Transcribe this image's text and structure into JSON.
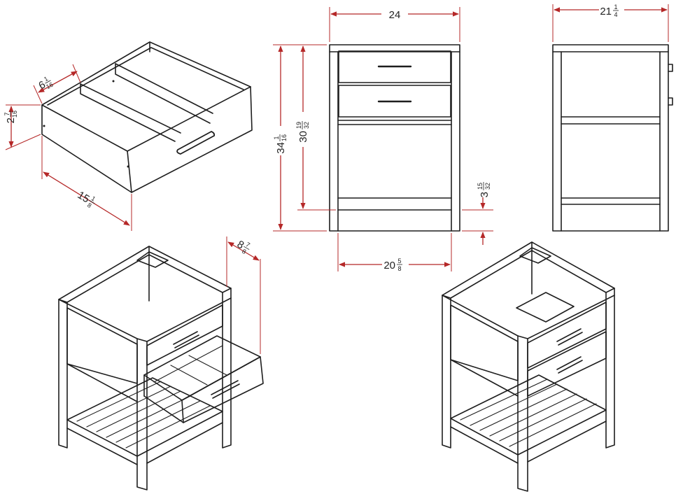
{
  "colors": {
    "line": "#1e1e1e",
    "dimension": "#b52828",
    "text": "#222222",
    "background": "#ffffff"
  },
  "dimensions": {
    "front_width": {
      "whole": "24",
      "num": "",
      "den": ""
    },
    "side_depth": {
      "whole": "21",
      "num": "1",
      "den": "4"
    },
    "total_height": {
      "whole": "34",
      "num": "1",
      "den": "16"
    },
    "inner_height": {
      "whole": "30",
      "num": "19",
      "den": "32"
    },
    "shelf_gap": {
      "whole": "3",
      "num": "15",
      "den": "32"
    },
    "inner_width": {
      "whole": "20",
      "num": "5",
      "den": "8"
    },
    "drawer_width": {
      "whole": "6",
      "num": "1",
      "den": "16"
    },
    "drawer_height": {
      "whole": "2",
      "num": "7",
      "den": "16"
    },
    "drawer_depth": {
      "whole": "15",
      "num": "1",
      "den": "8"
    },
    "drawer_open": {
      "whole": "8",
      "num": "7",
      "den": "8"
    }
  }
}
